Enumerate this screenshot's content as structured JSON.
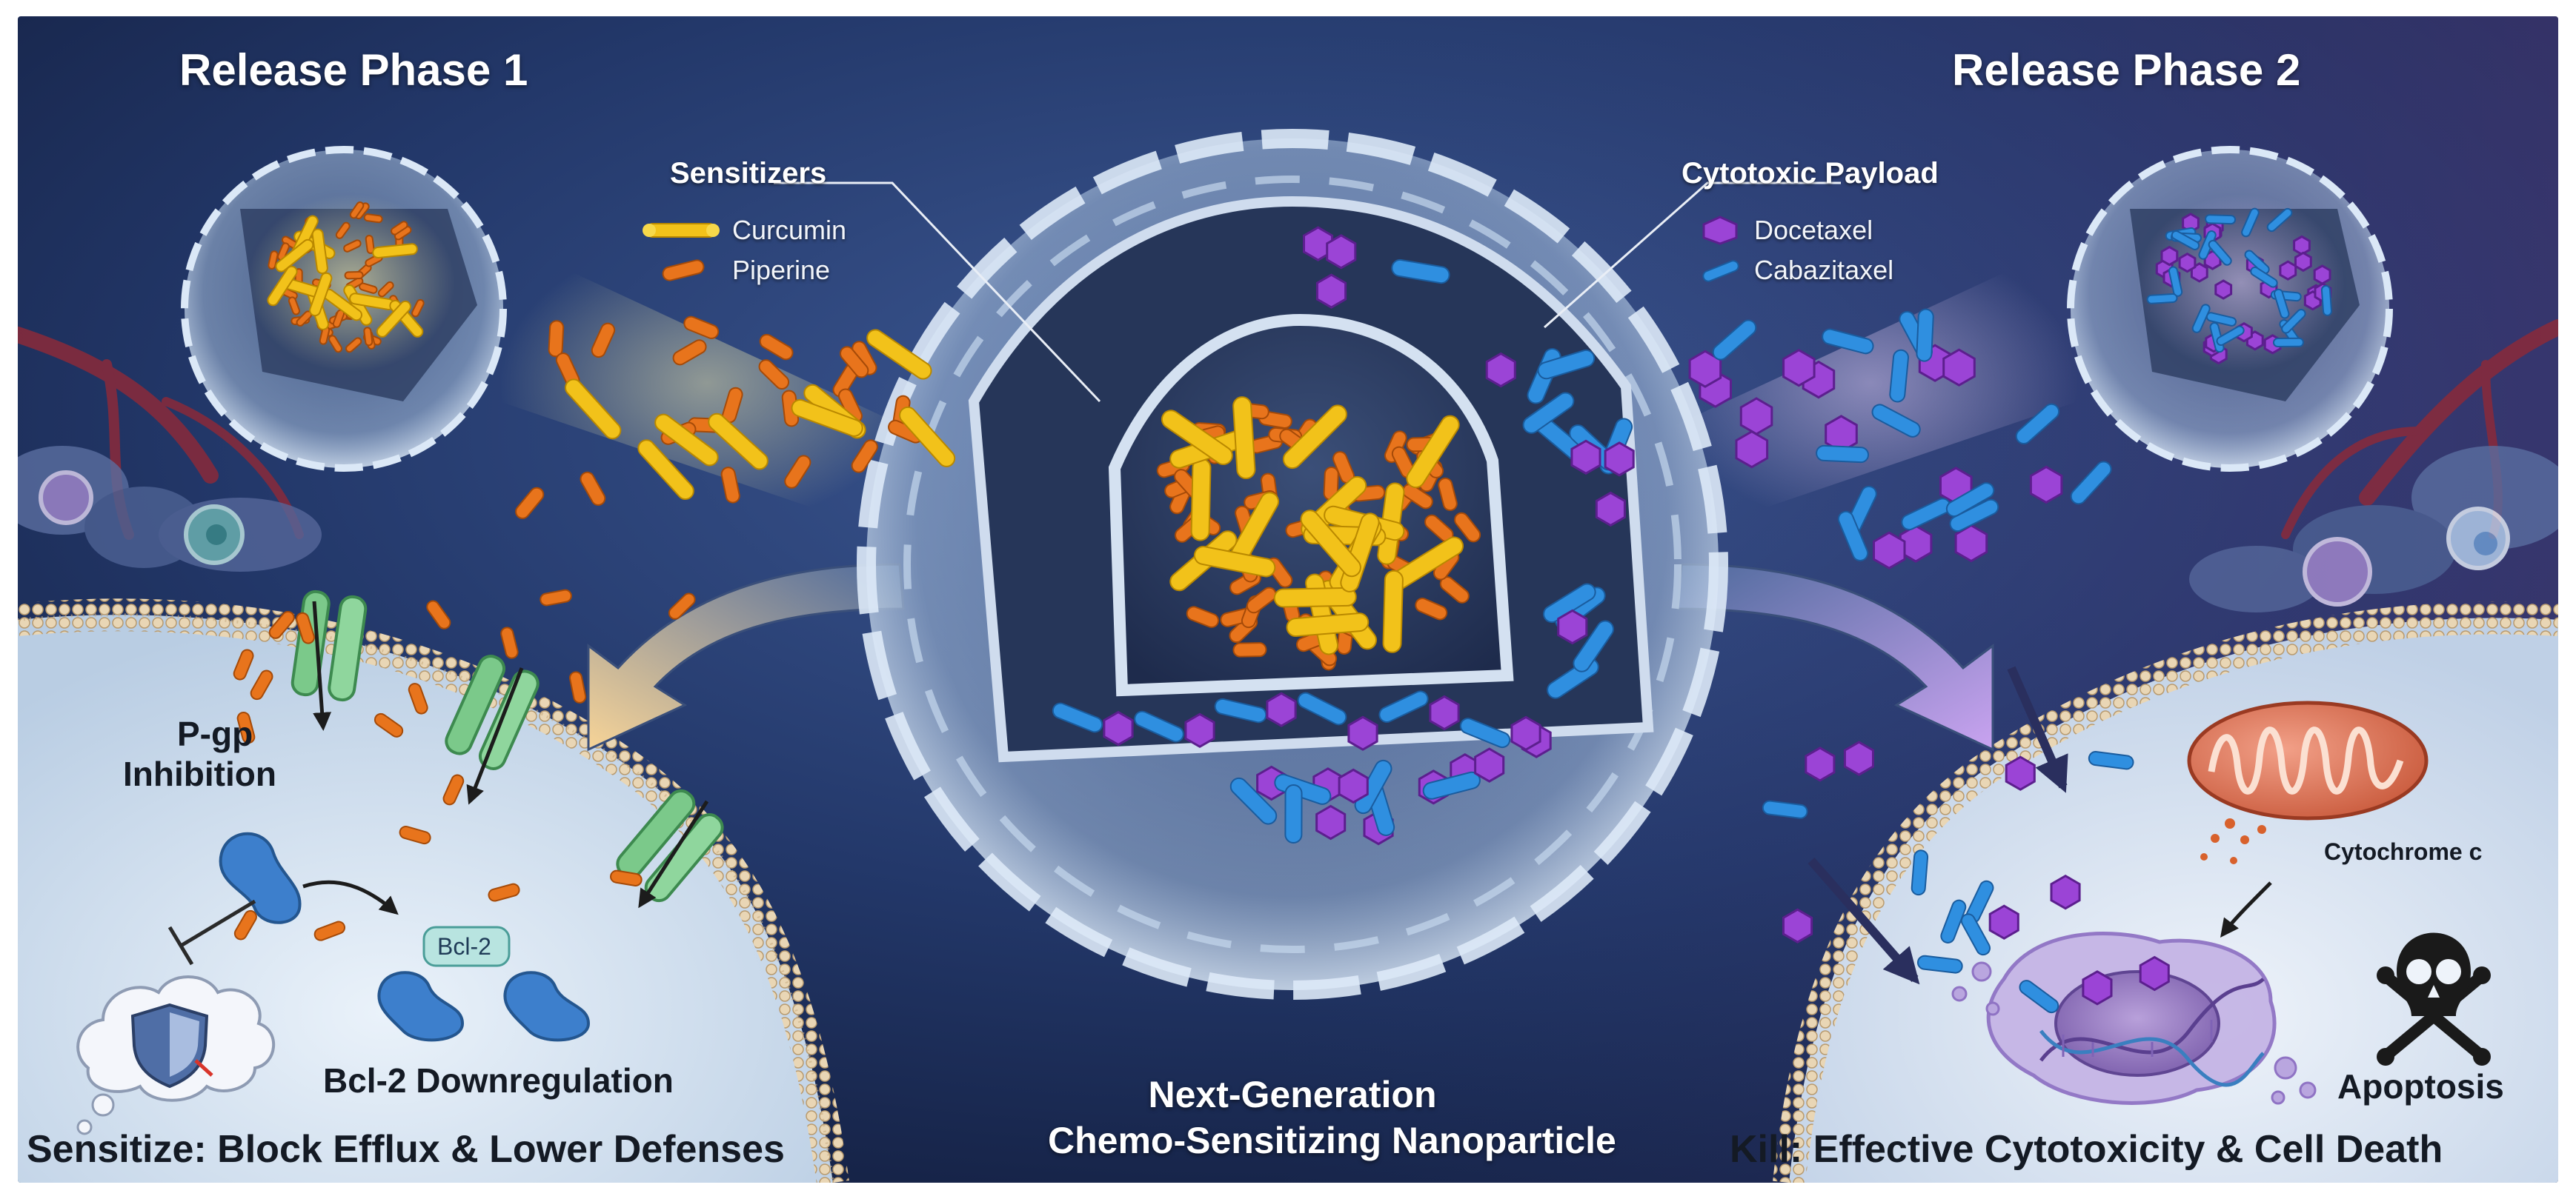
{
  "phase1": {
    "title": "Release Phase 1",
    "caption": "Sensitize: Block Efflux & Lower Defenses",
    "pgp_line1": "P-gp",
    "pgp_line2": "Inhibition",
    "bcl2_tag": "Bcl-2",
    "bcl2_caption": "Bcl-2 Downregulation"
  },
  "phase2": {
    "title": "Release Phase 2",
    "caption": "Kill: Effective Cytotoxicity & Cell Death",
    "cytochrome": "Cytochrome c",
    "apoptosis": "Apoptosis"
  },
  "sensitizers": {
    "heading": "Sensitizers",
    "items": [
      "Curcumin",
      "Piperine"
    ]
  },
  "payload": {
    "heading": "Cytotoxic Payload",
    "items": [
      "Docetaxel",
      "Cabazitaxel"
    ]
  },
  "center": {
    "line1": "Next-Generation",
    "line2": "Chemo-Sensitizing Nanoparticle"
  },
  "colors": {
    "curcumin": "#f2c21a",
    "piperine": "#e8741c",
    "docetaxel": "#9b44d6",
    "cabazitaxel": "#2f8fe0",
    "pgp_channel": "#7bc98a",
    "bcl2": "#3d7fcc"
  },
  "icons": [
    "shield-icon",
    "skull-crossbones-icon",
    "mitochondrion-icon",
    "dna-helix-icon",
    "inhibition-bar-icon"
  ]
}
